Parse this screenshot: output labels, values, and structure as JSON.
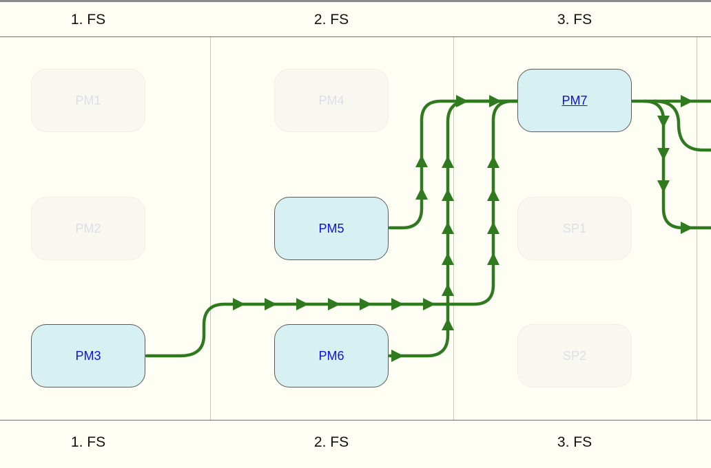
{
  "columns": [
    "1. FS",
    "2. FS",
    "3. FS"
  ],
  "nodes": {
    "pm1": "PM1",
    "pm2": "PM2",
    "pm3": "PM3",
    "pm4": "PM4",
    "pm5": "PM5",
    "pm6": "PM6",
    "pm7": "PM7",
    "sp1": "SP1",
    "sp2": "SP2"
  },
  "colors": {
    "flow": "#2f7a1f",
    "active_node_fill": "#d7f1f3",
    "node_text": "#1010d8",
    "background": "#fefef4"
  }
}
